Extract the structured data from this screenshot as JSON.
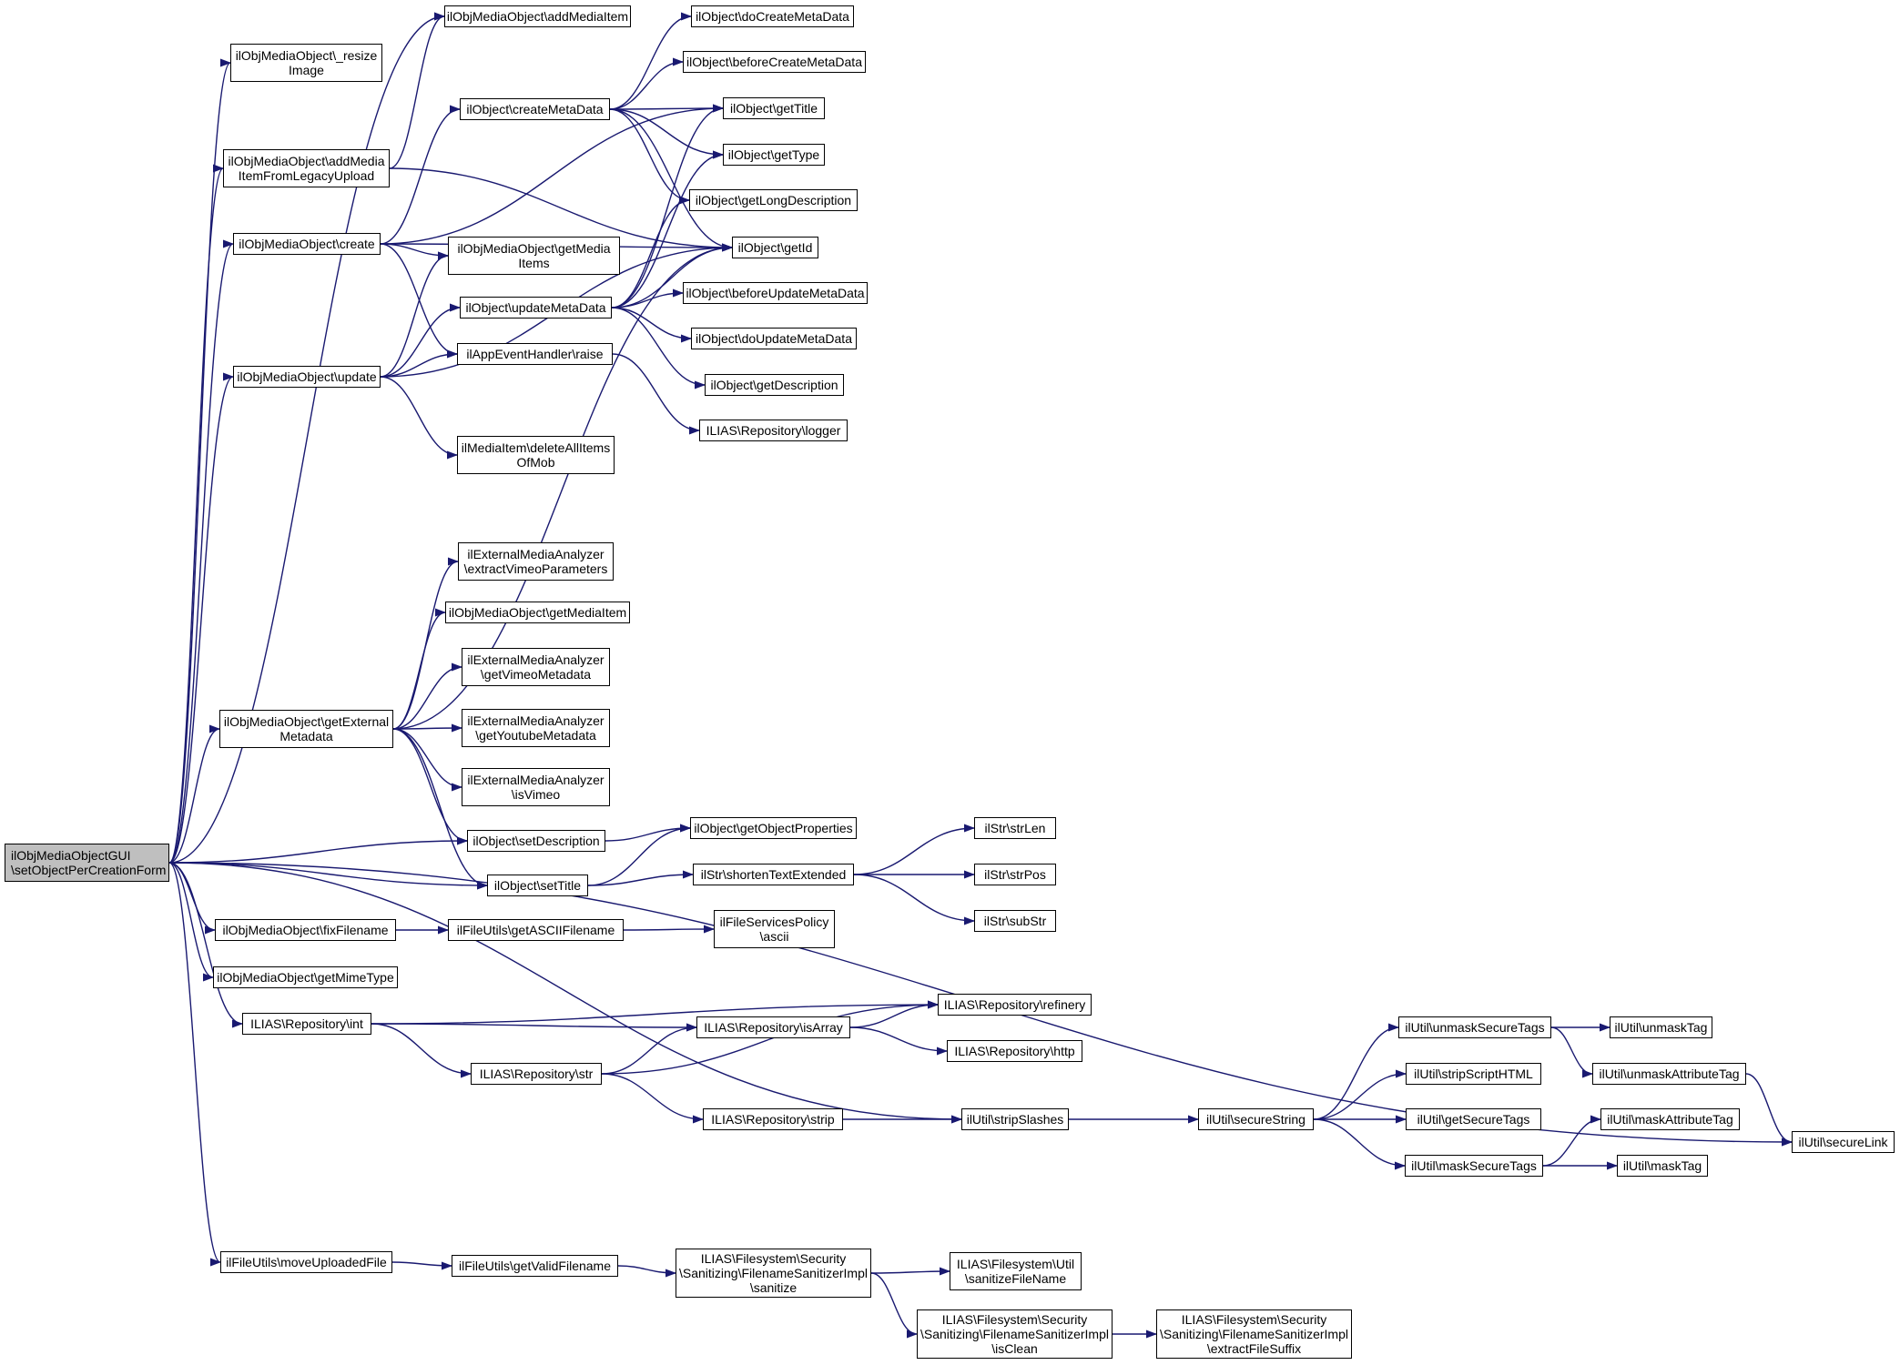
{
  "diagram": {
    "nodes": {
      "root": [
        "ilObjMediaObjectGUI",
        "\\setObjectPerCreationForm"
      ],
      "resize": [
        "ilObjMediaObject\\_resize",
        "Image"
      ],
      "addMediaItem": [
        "ilObjMediaObject\\addMediaItem"
      ],
      "addLegacy": [
        "ilObjMediaObject\\addMedia",
        "ItemFromLegacyUpload"
      ],
      "create": [
        "ilObjMediaObject\\create"
      ],
      "update": [
        "ilObjMediaObject\\update"
      ],
      "getExternal": [
        "ilObjMediaObject\\getExternal",
        "Metadata"
      ],
      "fixFilename": [
        "ilObjMediaObject\\fixFilename"
      ],
      "getMimeType": [
        "ilObjMediaObject\\getMimeType"
      ],
      "repoInt": [
        "ILIAS\\Repository\\int"
      ],
      "moveUploaded": [
        "ilFileUtils\\moveUploadedFile"
      ],
      "createMeta": [
        "ilObject\\createMetaData"
      ],
      "getMediaItems": [
        "ilObjMediaObject\\getMedia",
        "Items"
      ],
      "updateMeta": [
        "ilObject\\updateMetaData"
      ],
      "raise": [
        "ilAppEventHandler\\raise"
      ],
      "deleteAll": [
        "ilMediaItem\\deleteAllItems",
        "OfMob"
      ],
      "extractVimeo": [
        "ilExternalMediaAnalyzer",
        "\\extractVimeoParameters"
      ],
      "getMediaItem": [
        "ilObjMediaObject\\getMediaItem"
      ],
      "getVimeoMeta": [
        "ilExternalMediaAnalyzer",
        "\\getVimeoMetadata"
      ],
      "getYoutubeMeta": [
        "ilExternalMediaAnalyzer",
        "\\getYoutubeMetadata"
      ],
      "isVimeo": [
        "ilExternalMediaAnalyzer",
        "\\isVimeo"
      ],
      "setDescription": [
        "ilObject\\setDescription"
      ],
      "setTitle": [
        "ilObject\\setTitle"
      ],
      "getASCII": [
        "ilFileUtils\\getASCIIFilename"
      ],
      "repoStr": [
        "ILIAS\\Repository\\str"
      ],
      "getValidFilename": [
        "ilFileUtils\\getValidFilename"
      ],
      "doCreateMeta": [
        "ilObject\\doCreateMetaData"
      ],
      "beforeCreateMeta": [
        "ilObject\\beforeCreateMetaData"
      ],
      "getTitle": [
        "ilObject\\getTitle"
      ],
      "getType": [
        "ilObject\\getType"
      ],
      "getLongDesc": [
        "ilObject\\getLongDescription"
      ],
      "getId": [
        "ilObject\\getId"
      ],
      "beforeUpdateMeta": [
        "ilObject\\beforeUpdateMetaData"
      ],
      "doUpdateMeta": [
        "ilObject\\doUpdateMetaData"
      ],
      "getDescription": [
        "ilObject\\getDescription"
      ],
      "logger": [
        "ILIAS\\Repository\\logger"
      ],
      "getObjProps": [
        "ilObject\\getObjectProperties"
      ],
      "shortenText": [
        "ilStr\\shortenTextExtended"
      ],
      "ascii": [
        "ilFileServicesPolicy",
        "\\ascii"
      ],
      "isArray": [
        "ILIAS\\Repository\\isArray"
      ],
      "strip": [
        "ILIAS\\Repository\\strip"
      ],
      "sanitize": [
        "ILIAS\\Filesystem\\Security",
        "\\Sanitizing\\FilenameSanitizerImpl",
        "\\sanitize"
      ],
      "isClean": [
        "ILIAS\\Filesystem\\Security",
        "\\Sanitizing\\FilenameSanitizerImpl",
        "\\isClean"
      ],
      "refinery": [
        "ILIAS\\Repository\\refinery"
      ],
      "http": [
        "ILIAS\\Repository\\http"
      ],
      "stripSlashes": [
        "ilUtil\\stripSlashes"
      ],
      "sanitizeFileName": [
        "ILIAS\\Filesystem\\Util",
        "\\sanitizeFileName"
      ],
      "strLen": [
        "ilStr\\strLen"
      ],
      "strPos": [
        "ilStr\\strPos"
      ],
      "subStr": [
        "ilStr\\subStr"
      ],
      "secureString": [
        "ilUtil\\secureString"
      ],
      "extractSuffix": [
        "ILIAS\\Filesystem\\Security",
        "\\Sanitizing\\FilenameSanitizerImpl",
        "\\extractFileSuffix"
      ],
      "unmaskSecure": [
        "ilUtil\\unmaskSecureTags"
      ],
      "stripScript": [
        "ilUtil\\stripScriptHTML"
      ],
      "getSecureTags": [
        "ilUtil\\getSecureTags"
      ],
      "maskSecure": [
        "ilUtil\\maskSecureTags"
      ],
      "unmaskTag": [
        "ilUtil\\unmaskTag"
      ],
      "unmaskAttr": [
        "ilUtil\\unmaskAttributeTag"
      ],
      "maskAttr": [
        "ilUtil\\maskAttributeTag"
      ],
      "maskTag": [
        "ilUtil\\maskTag"
      ],
      "secureLink": [
        "ilUtil\\secureLink"
      ]
    },
    "edges": [
      [
        "root",
        "resize"
      ],
      [
        "root",
        "addLegacy"
      ],
      [
        "root",
        "create"
      ],
      [
        "root",
        "update"
      ],
      [
        "root",
        "getExternal"
      ],
      [
        "root",
        "setDescription"
      ],
      [
        "root",
        "setTitle"
      ],
      [
        "root",
        "fixFilename"
      ],
      [
        "root",
        "getMimeType"
      ],
      [
        "root",
        "repoInt"
      ],
      [
        "root",
        "stripSlashes"
      ],
      [
        "root",
        "secureLink"
      ],
      [
        "root",
        "moveUploaded"
      ],
      [
        "root",
        "addMediaItem"
      ],
      [
        "addLegacy",
        "addMediaItem"
      ],
      [
        "addLegacy",
        "getId"
      ],
      [
        "create",
        "createMeta"
      ],
      [
        "create",
        "getMediaItems"
      ],
      [
        "create",
        "raise"
      ],
      [
        "create",
        "getId"
      ],
      [
        "create",
        "getTitle"
      ],
      [
        "update",
        "getMediaItems"
      ],
      [
        "update",
        "updateMeta"
      ],
      [
        "update",
        "raise"
      ],
      [
        "update",
        "deleteAll"
      ],
      [
        "update",
        "getId"
      ],
      [
        "getExternal",
        "extractVimeo"
      ],
      [
        "getExternal",
        "getMediaItem"
      ],
      [
        "getExternal",
        "getVimeoMeta"
      ],
      [
        "getExternal",
        "getYoutubeMeta"
      ],
      [
        "getExternal",
        "isVimeo"
      ],
      [
        "getExternal",
        "setDescription"
      ],
      [
        "getExternal",
        "setTitle"
      ],
      [
        "getExternal",
        "getId"
      ],
      [
        "createMeta",
        "doCreateMeta"
      ],
      [
        "createMeta",
        "beforeCreateMeta"
      ],
      [
        "createMeta",
        "getTitle"
      ],
      [
        "createMeta",
        "getType"
      ],
      [
        "createMeta",
        "getLongDesc"
      ],
      [
        "createMeta",
        "getId"
      ],
      [
        "updateMeta",
        "getTitle"
      ],
      [
        "updateMeta",
        "getType"
      ],
      [
        "updateMeta",
        "getLongDesc"
      ],
      [
        "updateMeta",
        "getId"
      ],
      [
        "updateMeta",
        "beforeUpdateMeta"
      ],
      [
        "updateMeta",
        "doUpdateMeta"
      ],
      [
        "updateMeta",
        "getDescription"
      ],
      [
        "raise",
        "logger"
      ],
      [
        "setDescription",
        "getObjProps"
      ],
      [
        "setTitle",
        "getObjProps"
      ],
      [
        "setTitle",
        "shortenText"
      ],
      [
        "shortenText",
        "strLen"
      ],
      [
        "shortenText",
        "strPos"
      ],
      [
        "shortenText",
        "subStr"
      ],
      [
        "fixFilename",
        "getASCII"
      ],
      [
        "getASCII",
        "ascii"
      ],
      [
        "repoInt",
        "refinery"
      ],
      [
        "repoInt",
        "isArray"
      ],
      [
        "repoInt",
        "repoStr"
      ],
      [
        "repoStr",
        "isArray"
      ],
      [
        "repoStr",
        "refinery"
      ],
      [
        "repoStr",
        "strip"
      ],
      [
        "isArray",
        "refinery"
      ],
      [
        "isArray",
        "http"
      ],
      [
        "strip",
        "stripSlashes"
      ],
      [
        "stripSlashes",
        "secureString"
      ],
      [
        "secureString",
        "unmaskSecure"
      ],
      [
        "secureString",
        "stripScript"
      ],
      [
        "secureString",
        "getSecureTags"
      ],
      [
        "secureString",
        "maskSecure"
      ],
      [
        "unmaskSecure",
        "unmaskTag"
      ],
      [
        "unmaskSecure",
        "unmaskAttr"
      ],
      [
        "unmaskAttr",
        "secureLink"
      ],
      [
        "maskSecure",
        "maskAttr"
      ],
      [
        "maskSecure",
        "maskTag"
      ],
      [
        "moveUploaded",
        "getValidFilename"
      ],
      [
        "getValidFilename",
        "sanitize"
      ],
      [
        "sanitize",
        "sanitizeFileName"
      ],
      [
        "sanitize",
        "isClean"
      ],
      [
        "isClean",
        "extractSuffix"
      ]
    ]
  }
}
